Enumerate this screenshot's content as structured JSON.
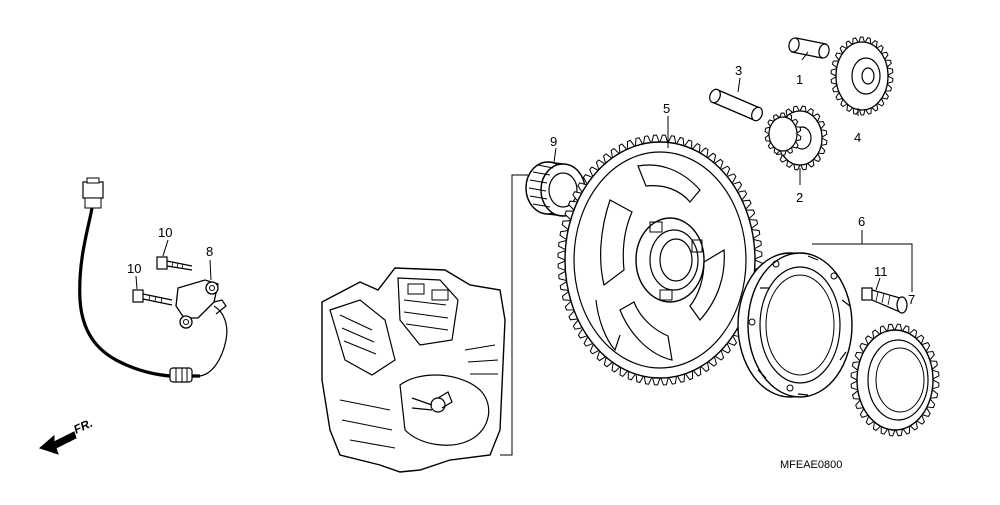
{
  "labels": {
    "p1": "1",
    "p2": "2",
    "p3": "3",
    "p4": "4",
    "p5": "5",
    "p6": "6",
    "p7": "7",
    "p8": "8",
    "p9": "9",
    "p10a": "10",
    "p10b": "10",
    "p11": "11"
  },
  "front_marker": "FR.",
  "diagram_code": "MFEAE0800",
  "icons": {
    "front_arrow": "arrow-left-icon"
  },
  "colors": {
    "ink": "#000000",
    "background": "#ffffff"
  }
}
